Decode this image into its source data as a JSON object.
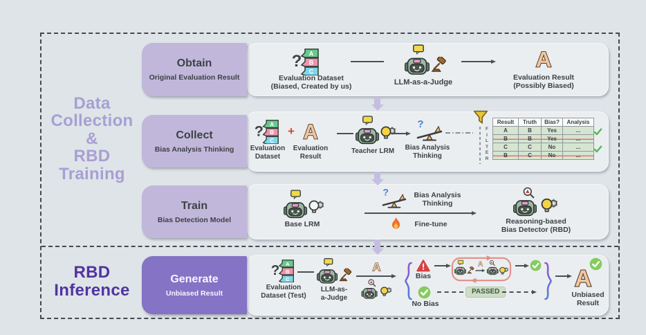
{
  "stages": {
    "training": {
      "label": "Data\nCollection\n&\nRBD\nTraining"
    },
    "inference": {
      "label": "RBD\nInference"
    }
  },
  "rows": {
    "obtain": {
      "title": "Obtain",
      "subtitle": "Original Evaluation Result",
      "dataset_label": "Evaluation Dataset\n(Biased, Created by us)",
      "judge_label": "LLM-as-a-Judge",
      "result_label": "Evaluation Result\n(Possibly Biased)"
    },
    "collect": {
      "title": "Collect",
      "subtitle": "Bias Analysis Thinking",
      "dataset_label": "Evaluation\nDataset",
      "plus_sign": "+",
      "result_label": "Evaluation\nResult",
      "teacher_label": "Teacher LRM",
      "thinking_label": "Bias Analysis\nThinking",
      "filter_label": "F\nI\nL\nT\nE\nR",
      "table": {
        "headers": [
          "Result",
          "Truth",
          "Bias?",
          "Analysis"
        ],
        "rows": [
          {
            "result": "A",
            "truth": "B",
            "bias": "Yes",
            "analysis": "...",
            "kept": true
          },
          {
            "result": "B",
            "truth": "B",
            "bias": "Yes",
            "analysis": "...",
            "kept": false
          },
          {
            "result": "C",
            "truth": "C",
            "bias": "No",
            "analysis": "...",
            "kept": true
          },
          {
            "result": "B",
            "truth": "C",
            "bias": "No",
            "analysis": "...",
            "kept": false
          }
        ]
      }
    },
    "train": {
      "title": "Train",
      "subtitle": "Bias Detection Model",
      "base_label": "Base LRM",
      "thinking_label": "Bias Analysis\nThinking",
      "finetune_label": "Fine-tune",
      "rbd_label": "Reasoning-based\nBias Detector (RBD)"
    },
    "generate": {
      "title": "Generate",
      "subtitle": "Unbiased Result",
      "dataset_label": "Evaluation\nDataset (Test)",
      "judge_label": "LLM-as-\na-Judge",
      "bias_label": "Bias",
      "no_bias_label": "No Bias",
      "passed_label": "PASSED",
      "result_label": "Unbiased\nResult"
    }
  },
  "icons": {
    "question_mark": "?",
    "question_mark_blue": "?",
    "dataset_tags": [
      "A",
      "B",
      "C"
    ],
    "letter_a": "A"
  },
  "colors": {
    "background": "#dee4e8",
    "header_light": "#c1b7db",
    "header_dark": "#8573c6",
    "stage_training": "#a89fd3",
    "stage_inference": "#5134a0",
    "flow_arrow": "#c6bde2",
    "loop_red": "#e18e86",
    "keep_green": "#53b94d",
    "strike_red": "#e0766b",
    "warn_red": "#d84040",
    "check_green": "#85cc5e",
    "passed_bg": "#ccdfc6",
    "brace_top": "#9257cc",
    "brace_bottom": "#4e80df"
  }
}
